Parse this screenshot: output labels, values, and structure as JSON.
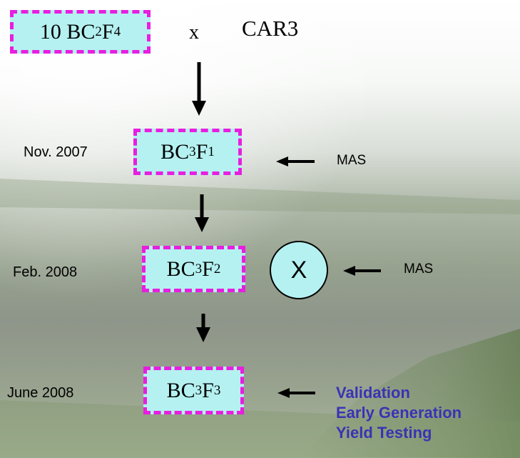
{
  "top_row": {
    "box_prefix": "10 BC",
    "box_sub1": "2",
    "box_mid": "F",
    "box_sub2": "4",
    "cross_symbol": "x",
    "parent": "CAR3"
  },
  "stages": [
    {
      "date": "Nov. 2007",
      "base": "BC",
      "sub1": "3",
      "mid": "F",
      "sub2": "1",
      "side_note": "MAS"
    },
    {
      "date": "Feb. 2008",
      "base": "BC",
      "sub1": "3",
      "mid": "F",
      "sub2": "2",
      "side_note": "MAS",
      "circle_label": "X"
    },
    {
      "date": "June 2008",
      "base": "BC",
      "sub1": "3",
      "mid": "F",
      "sub2": "3"
    }
  ],
  "validation_lines": [
    "Validation",
    "Early Generation",
    "Yield Testing"
  ],
  "colors": {
    "box_fill": "#b5f1f1",
    "box_border": "#e81ee0",
    "validation_text": "#3a33b4"
  }
}
